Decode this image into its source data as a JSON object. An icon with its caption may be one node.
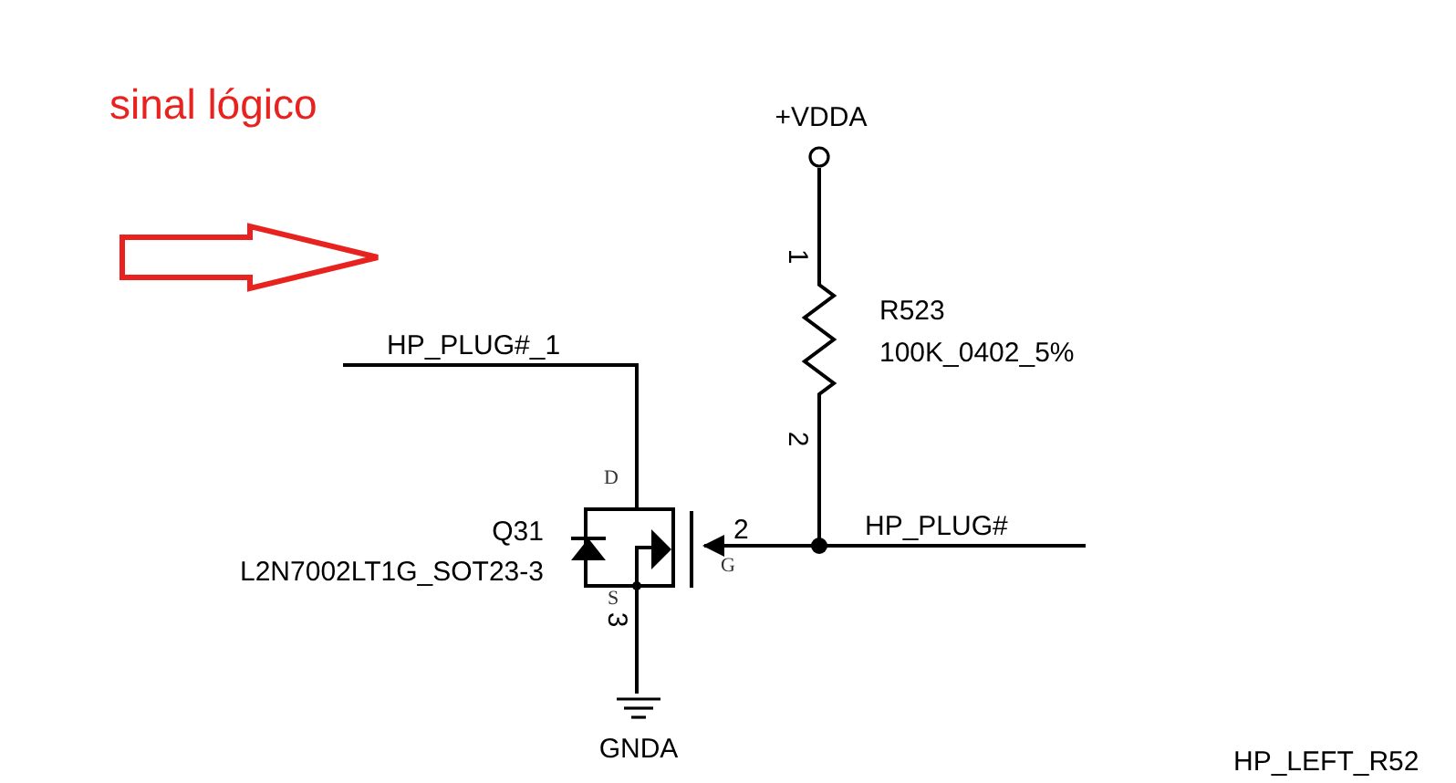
{
  "diagram": {
    "nodes": [
      {
        "text": [
          "+VDDA"
        ]
      },
      {
        "text": [
          "R523",
          "100K_0402_5%"
        ]
      },
      {
        "text": [
          "Q31",
          "L2N7002LT1G_SOT23-3"
        ]
      },
      {
        "text": [
          "GNDA"
        ]
      }
    ],
    "edges": [
      {
        "from": 0,
        "to": 1,
        "arrow": "none"
      },
      {
        "from": 1,
        "to": 2,
        "arrow": "to"
      },
      {
        "from": 2,
        "to": 3,
        "arrow": "none"
      },
      {
        "from": null,
        "to": 2,
        "arrow": "none",
        "label": "HP_PLUG#_1"
      },
      {
        "from": 1,
        "to": null,
        "arrow": "none",
        "label": "HP_PLUG#"
      }
    ],
    "labels": [
      "sinal lógico",
      "1",
      "2",
      "D",
      "2",
      "G",
      "S",
      "3",
      "HP_LEFT_R52"
    ]
  }
}
